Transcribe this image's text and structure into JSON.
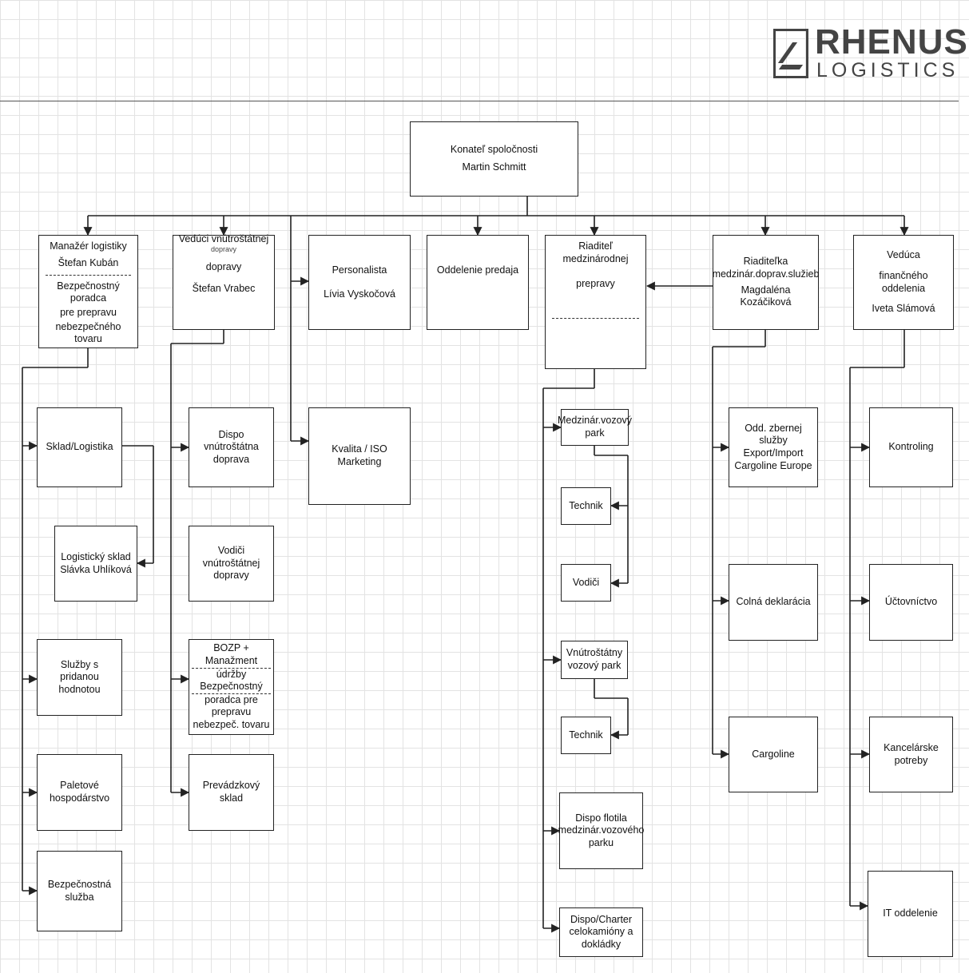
{
  "logo": {
    "line1": "RHENUS",
    "line2": "LOGISTICS"
  },
  "ceo": {
    "title": "Konateľ spoločnosti",
    "name": "Martin Schmitt"
  },
  "col1": {
    "head": {
      "title": "Manažér logistiky",
      "name": "Štefan Kubán",
      "role1": "Bezpečnostný poradca",
      "role2": "pre prepravu",
      "role3": "nebezpečného tovaru"
    },
    "sklad": "Sklad/Logistika",
    "log_sklad": {
      "line1": "Logistický sklad",
      "line2": "Slávka Uhlíková"
    },
    "sluzby": {
      "line1": "Služby s pridanou",
      "line2": "hodnotou"
    },
    "paletove": {
      "line1": "Paletové",
      "line2": "hospodárstvo"
    },
    "bezpec": "Bezpečnostná služba"
  },
  "col2": {
    "head": {
      "line1": "Vedúci vnútroštátnej",
      "line2": "dopravy",
      "line3": "dopravy",
      "name": "Štefan Vrabec"
    },
    "dispo": {
      "line1": "Dispo vnútroštátna",
      "line2": "doprava"
    },
    "vodici": {
      "line1": "Vodiči vnútroštátnej",
      "line2": "dopravy"
    },
    "bozp": {
      "line1": "BOZP + Manažment",
      "line2": "údržby Bezpečnostný",
      "line3": "poradca pre prepravu",
      "line4": "nebezpeč. tovaru"
    },
    "prevadz": "Prevádzkový sklad"
  },
  "col3": {
    "head": {
      "title": "Personalista",
      "name": "Lívia Vyskočová"
    },
    "kvalita": {
      "line1": "Kvalita / ISO",
      "line2": "Marketing"
    }
  },
  "col4": {
    "head": "Oddelenie predaja"
  },
  "col5": {
    "head": {
      "line1": "Riaditeľ medzinárodnej",
      "line2": "prepravy"
    },
    "medz_park": {
      "line1": "Medzinár.vozový",
      "line2": "park"
    },
    "technik1": "Technik",
    "vodici": "Vodiči",
    "vnut_park": {
      "line1": "Vnútroštátny",
      "line2": "vozový park"
    },
    "technik2": "Technik",
    "dispo_flotila": {
      "line1": "Dispo flotila",
      "line2": "medzinár.vozového",
      "line3": "parku"
    },
    "dispo_charter": {
      "line1": "Dispo/Charter",
      "line2": "celokamióny a",
      "line3": "dokládky"
    }
  },
  "col6": {
    "head": {
      "line1": "Riaditeľka",
      "line2": "medzinár.doprav.služieb",
      "name": "Magdaléna Kozáčiková"
    },
    "odd_zbernej": {
      "line1": "Odd. zbernej služby",
      "line2": "Export/Import",
      "line3": "Cargoline Europe"
    },
    "colna": "Colná deklarácia",
    "cargoline": "Cargoline"
  },
  "col7": {
    "head": {
      "line1": "Vedúca",
      "line2": "finančného oddelenia",
      "name": "Iveta Slámová"
    },
    "kontroling": "Kontroling",
    "uctovnictvo": "Účtovníctvo",
    "kancelarske": "Kancelárske potreby",
    "it": "IT oddelenie"
  }
}
